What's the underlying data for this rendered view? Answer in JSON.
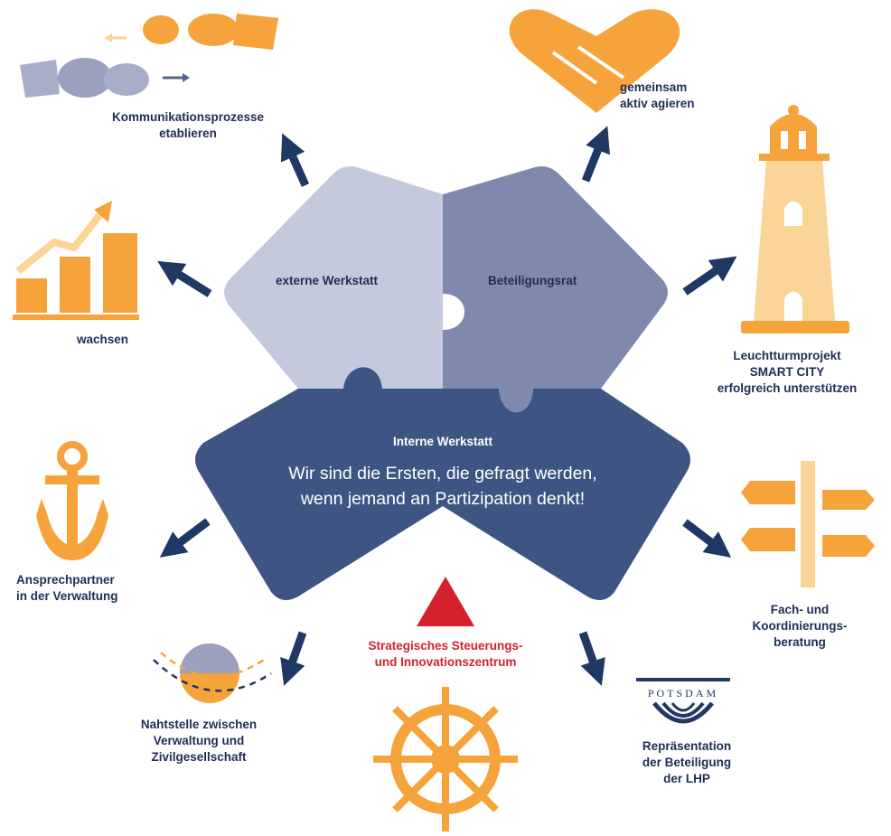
{
  "diagram": {
    "puzzle": {
      "top_left_label": "externe Werkstatt",
      "top_right_label": "Beteiligungsrat",
      "bottom_label": "Interne Werkstatt",
      "slogan_line1": "Wir sind die Ersten, die gefragt werden,",
      "slogan_line2": "wenn jemand an Partizipation denkt!"
    },
    "center_bottom_line1": "Strategisches Steuerungs-",
    "center_bottom_line2": "und Innovationszentrum",
    "items": [
      {
        "id": "kommunikation",
        "icon": "speech-bubbles-icon",
        "text": "Kommunikationsprozesse\netablieren"
      },
      {
        "id": "gemeinsam",
        "icon": "heart-handshake-icon",
        "text": "gemeinsam\naktiv agieren"
      },
      {
        "id": "leuchtturm",
        "icon": "lighthouse-icon",
        "text": "Leuchtturmprojekt\nSMART CITY\nerfolgreich unterstützen"
      },
      {
        "id": "wachsen",
        "icon": "growth-chart-icon",
        "text": "wachsen"
      },
      {
        "id": "ansprechpartner",
        "icon": "anchor-icon",
        "text": "Ansprechpartner\nin der Verwaltung"
      },
      {
        "id": "fach",
        "icon": "signpost-icon",
        "text": "Fach- und\nKoordinierungs-\nberatung"
      },
      {
        "id": "nahtstelle",
        "icon": "globe-icon",
        "text": "Nahtstelle zwischen\nVerwaltung und\nZivilgesellschaft"
      },
      {
        "id": "repraesentation",
        "icon": "potsdam-logo-icon",
        "text": "Repräsentation\nder Beteiligung\nder LHP"
      },
      {
        "id": "steuerrad",
        "icon": "ship-wheel-icon",
        "text": ""
      }
    ],
    "logo_text": "POTSDAM",
    "colors": {
      "orange": "#f5a33a",
      "orange_light": "#fbd497",
      "navy": "#1f3864",
      "piece_light": "#c5c9de",
      "piece_mid": "#7f89ad",
      "piece_dark": "#3e5583",
      "red": "#d5202e"
    }
  }
}
